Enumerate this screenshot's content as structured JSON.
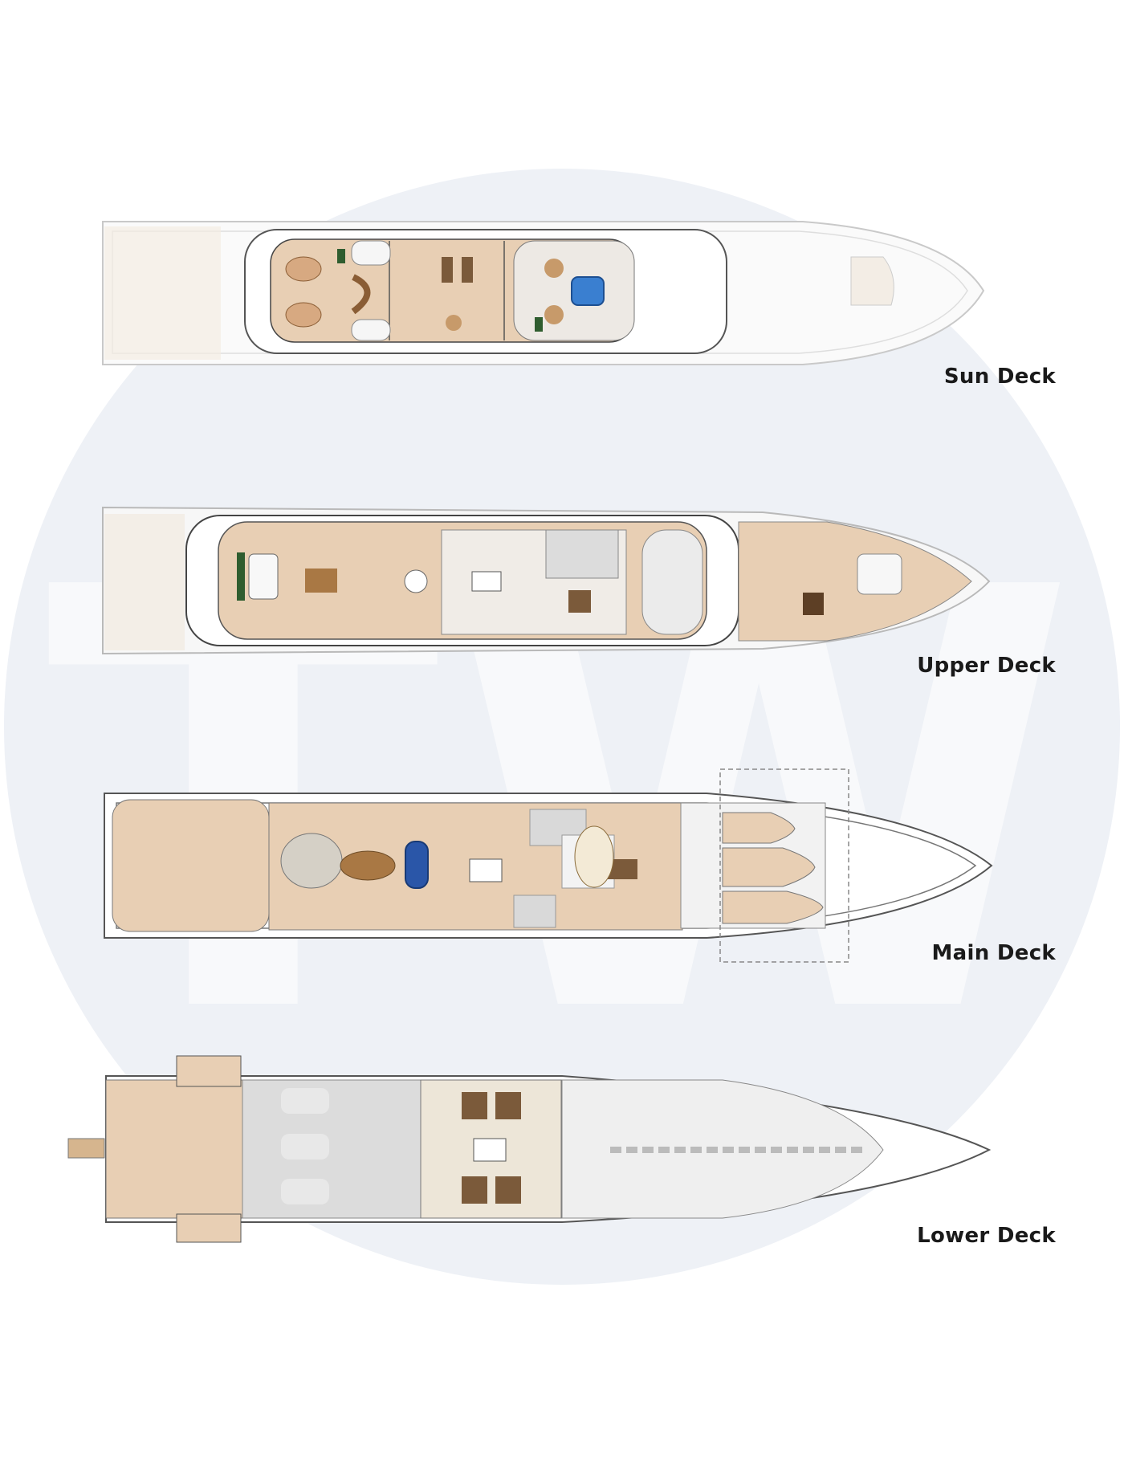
{
  "decks": [
    {
      "id": "sun",
      "label": "Sun Deck"
    },
    {
      "id": "upper",
      "label": "Upper Deck"
    },
    {
      "id": "main",
      "label": "Main Deck"
    },
    {
      "id": "lower",
      "label": "Lower Deck"
    }
  ],
  "watermark": {
    "text": "TW"
  },
  "colors": {
    "background": "#ffffff",
    "watermark_circle": "#eef1f6",
    "watermark_letters": "#f8f9fb",
    "hull_line": "#b7b7b7",
    "deck_tan": "#e8cfb4",
    "deck_tan_light": "#f1e4d2",
    "interior_grey": "#dcdcdc",
    "pool_blue": "#3a7fd0",
    "furniture_blue": "#2a56a8",
    "furniture_wood": "#a97844",
    "hull_outline": "#555555"
  }
}
